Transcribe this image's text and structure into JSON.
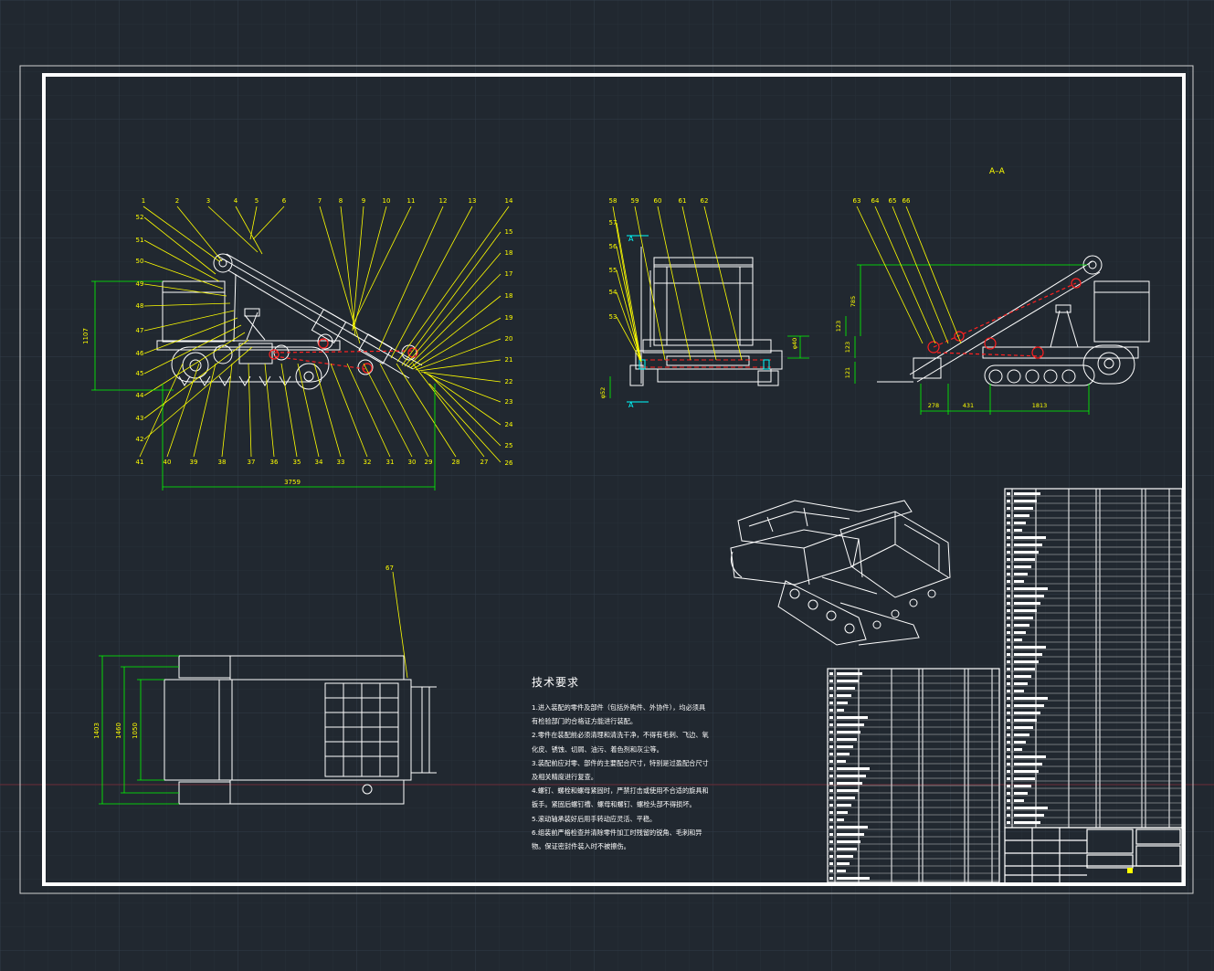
{
  "colors": {
    "background": "#212830",
    "grid_major": "#2f3a46",
    "grid_minor": "#272f38",
    "frame": "#ffffff",
    "leader": "#ffff00",
    "dimension": "#00ff00",
    "red_parts": "#ff2020",
    "cyan_parts": "#00ffff",
    "drawing": "#ffffff"
  },
  "front_view": {
    "top_labels": [
      "1",
      "2",
      "3",
      "4",
      "5",
      "6",
      "7",
      "8",
      "9",
      "10",
      "11",
      "12",
      "13",
      "14"
    ],
    "right_labels": [
      "15",
      "18",
      "17",
      "18",
      "19",
      "20",
      "21",
      "22",
      "23",
      "24",
      "25",
      "26"
    ],
    "bottom_labels": [
      "41",
      "40",
      "39",
      "38",
      "37",
      "36",
      "35",
      "34",
      "33",
      "32",
      "31",
      "30",
      "29",
      "28",
      "27"
    ],
    "left_labels": [
      "52",
      "51",
      "50",
      "49",
      "48",
      "47",
      "46",
      "45",
      "44",
      "43",
      "42"
    ],
    "dim_height": "1107",
    "dim_length": "3759"
  },
  "side_view": {
    "top_labels": [
      "58",
      "59",
      "60",
      "61",
      "62"
    ],
    "left_labels": [
      "57",
      "56",
      "55",
      "54",
      "53"
    ],
    "section_marks": [
      "A",
      "A"
    ],
    "dim_left": "φ52",
    "dim_right": "φ40"
  },
  "section_view": {
    "title": "A–A",
    "top_labels": [
      "63",
      "64",
      "65",
      "66"
    ],
    "dims": [
      "785",
      "123",
      "123",
      "121",
      "278",
      "431",
      "1813"
    ]
  },
  "top_view": {
    "label": "67",
    "dims": [
      "1403",
      "1460",
      "1050"
    ]
  },
  "tech_requirements": {
    "title": "技术要求",
    "lines": [
      "1.进入装配的零件及部件（包括外购件、外协件），均必须具",
      "有检验部门的合格证方能进行装配。",
      "2.零件在装配前必须清理和清洗干净，不得有毛刺、飞边、氧",
      "化皮、锈蚀、切屑、油污、着色剂和灰尘等。",
      "3.装配前应对零、部件的主要配合尺寸，特别是过盈配合尺寸",
      "及相关精度进行复查。",
      "4.螺钉、螺栓和螺母紧固时，严禁打击或使用不合适的旋具和",
      "扳手。紧固后螺钉槽、螺母和螺钉、螺栓头部不得损坏。",
      "5.滚动轴承装好后用手转动应灵活、平稳。",
      "6.组装前严格检查并清除零件加工时残留的锐角、毛刺和异",
      "物。保证密封件装入时不被擦伤。"
    ]
  }
}
